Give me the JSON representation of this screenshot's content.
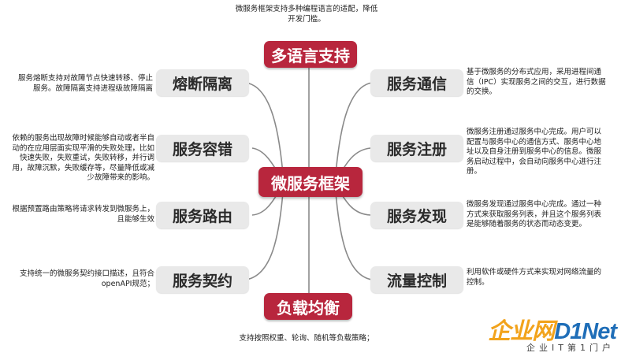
{
  "center": {
    "label": "微服务框架"
  },
  "top": {
    "label": "多语言支持",
    "desc": "微服务框架支持多种编程语言的适配，降低开发门槛。"
  },
  "bottom": {
    "label": "负载均衡",
    "desc": "支持按照权重、轮询、随机等负载策略；"
  },
  "left": [
    {
      "label": "熔断隔离",
      "desc": "服务熔断支持对故障节点快速转移、停止服务。故障隔离支持进程级故障隔离"
    },
    {
      "label": "服务容错",
      "desc": "依赖的服务出现故障时候能够自动或者半自动的在应用层面实现平滑的失败处理，比如快速失败，失败重试，失败转移，并行调用，故障沉默，失败缓存等，尽量降低或减少故障带来的影响。"
    },
    {
      "label": "服务路由",
      "desc": "根据预置路由策略将请求转发到微服务上，且能够生效"
    },
    {
      "label": "服务契约",
      "desc": "支持统一的微服务契约接口描述，且符合openAPI规范；"
    }
  ],
  "right": [
    {
      "label": "服务通信",
      "desc": "基于微服务的分布式应用，采用进程间通信（IPC）实现服务之间的交互，进行数据的交换。"
    },
    {
      "label": "服务注册",
      "desc": "微服务注册通过服务中心完成。用户可以配置与服务中心的通信方式、服务中心地址以及自身注册到服务中心的信息。微服务启动过程中，会自动向服务中心进行注册。"
    },
    {
      "label": "服务发现",
      "desc": "微服务发现通过服务中心完成。通过一种方式来获取服务列表，并且这个服务列表是能够随着服务的状态而动态变更。"
    },
    {
      "label": "流量控制",
      "desc": "利用软件或硬件方式来实现对网络流量的控制。"
    }
  ],
  "watermark": {
    "brand_a": "企业网",
    "brand_b": "D1Net",
    "sub": "企业IT第1门户"
  },
  "colors": {
    "accent": "#b8263d",
    "node_gray": "#e9e9e9",
    "line": "#8a8a8a"
  }
}
